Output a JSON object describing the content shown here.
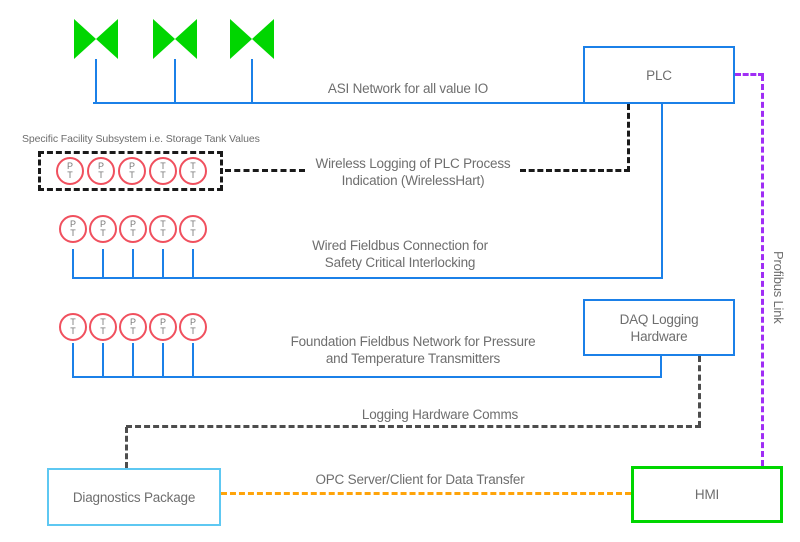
{
  "diagram": {
    "labels": {
      "asi_network": "ASI Network for all value IO",
      "subsystem_caption": "Specific Facility Subsystem i.e. Storage Tank Values",
      "wireless_logging_line1": "Wireless Logging of PLC Process",
      "wireless_logging_line2": "Indication (WirelessHart)",
      "wired_fieldbus_line1": "Wired Fieldbus Connection for",
      "wired_fieldbus_line2": "Safety Critical Interlocking",
      "foundation_fieldbus_line1": "Foundation Fieldbus Network for Pressure",
      "foundation_fieldbus_line2": "and Temperature Transmitters",
      "logging_comms": "Logging Hardware Comms",
      "opc_transfer": "OPC Server/Client for Data Transfer",
      "profibus_link": "Profibus Link"
    },
    "nodes": {
      "plc": "PLC",
      "daq_line1": "DAQ Logging",
      "daq_line2": "Hardware",
      "diagnostics": "Diagnostics Package",
      "hmi": "HMI"
    },
    "valves": {
      "count": 3,
      "icon": "valve-icon",
      "color": "#00d600"
    },
    "transmitters": {
      "subsystem_row": [
        {
          "top": "P",
          "bottom": "T"
        },
        {
          "top": "P",
          "bottom": "T"
        },
        {
          "top": "P",
          "bottom": "T"
        },
        {
          "top": "T",
          "bottom": "T"
        },
        {
          "top": "T",
          "bottom": "T"
        }
      ],
      "wired_row": [
        {
          "top": "P",
          "bottom": "T"
        },
        {
          "top": "P",
          "bottom": "T"
        },
        {
          "top": "P",
          "bottom": "T"
        },
        {
          "top": "T",
          "bottom": "T"
        },
        {
          "top": "T",
          "bottom": "T"
        }
      ],
      "foundation_row": [
        {
          "top": "T",
          "bottom": "T"
        },
        {
          "top": "T",
          "bottom": "T"
        },
        {
          "top": "P",
          "bottom": "T"
        },
        {
          "top": "P",
          "bottom": "T"
        },
        {
          "top": "P",
          "bottom": "T"
        }
      ]
    },
    "colors": {
      "network_blue": "#1b80e8",
      "diagnostics_blue": "#5ec8f2",
      "valve_green": "#00d600",
      "hmi_green": "#00d600",
      "transmitter_red": "#f0505e",
      "opc_orange": "#ffa40a",
      "profibus_purple": "#a02ef5",
      "wireless_black": "#1a1a1a",
      "comms_gray": "#4d4d4d",
      "text_gray": "#6e6e6e"
    }
  }
}
